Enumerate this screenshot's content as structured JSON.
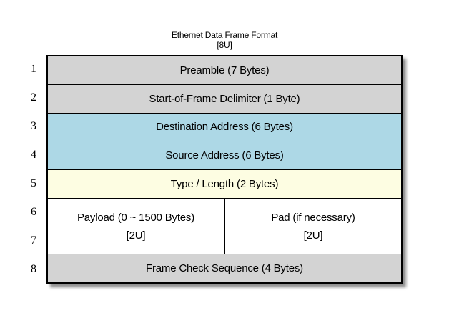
{
  "title": {
    "line1": "Ethernet Data Frame Format",
    "line2": "[8U]"
  },
  "colors": {
    "row_gray": "#d3d3d3",
    "row_blue": "#add8e6",
    "row_yellow": "#fdfde2",
    "row_white": "#ffffff",
    "border": "#000000",
    "background": "#ffffff",
    "text": "#000000"
  },
  "row_numbers": [
    "1",
    "2",
    "3",
    "4",
    "5",
    "6",
    "7",
    "8"
  ],
  "rows": [
    {
      "label": "Preamble (7 Bytes)",
      "color": "#d3d3d3"
    },
    {
      "label": "Start-of-Frame Delimiter (1 Byte)",
      "color": "#d3d3d3"
    },
    {
      "label": "Destination Address (6 Bytes)",
      "color": "#add8e6"
    },
    {
      "label": "Source Address (6 Bytes)",
      "color": "#add8e6"
    },
    {
      "label": "Type / Length (2 Bytes)",
      "color": "#fdfde2"
    }
  ],
  "payload_row": {
    "color": "#ffffff",
    "left": {
      "line1": "Payload (0 ~ 1500 Bytes)",
      "line2": "[2U]"
    },
    "right": {
      "line1": "Pad (if necessary)",
      "line2": "[2U]"
    }
  },
  "fcs_row": {
    "label": "Frame Check Sequence (4 Bytes)",
    "color": "#d3d3d3"
  }
}
